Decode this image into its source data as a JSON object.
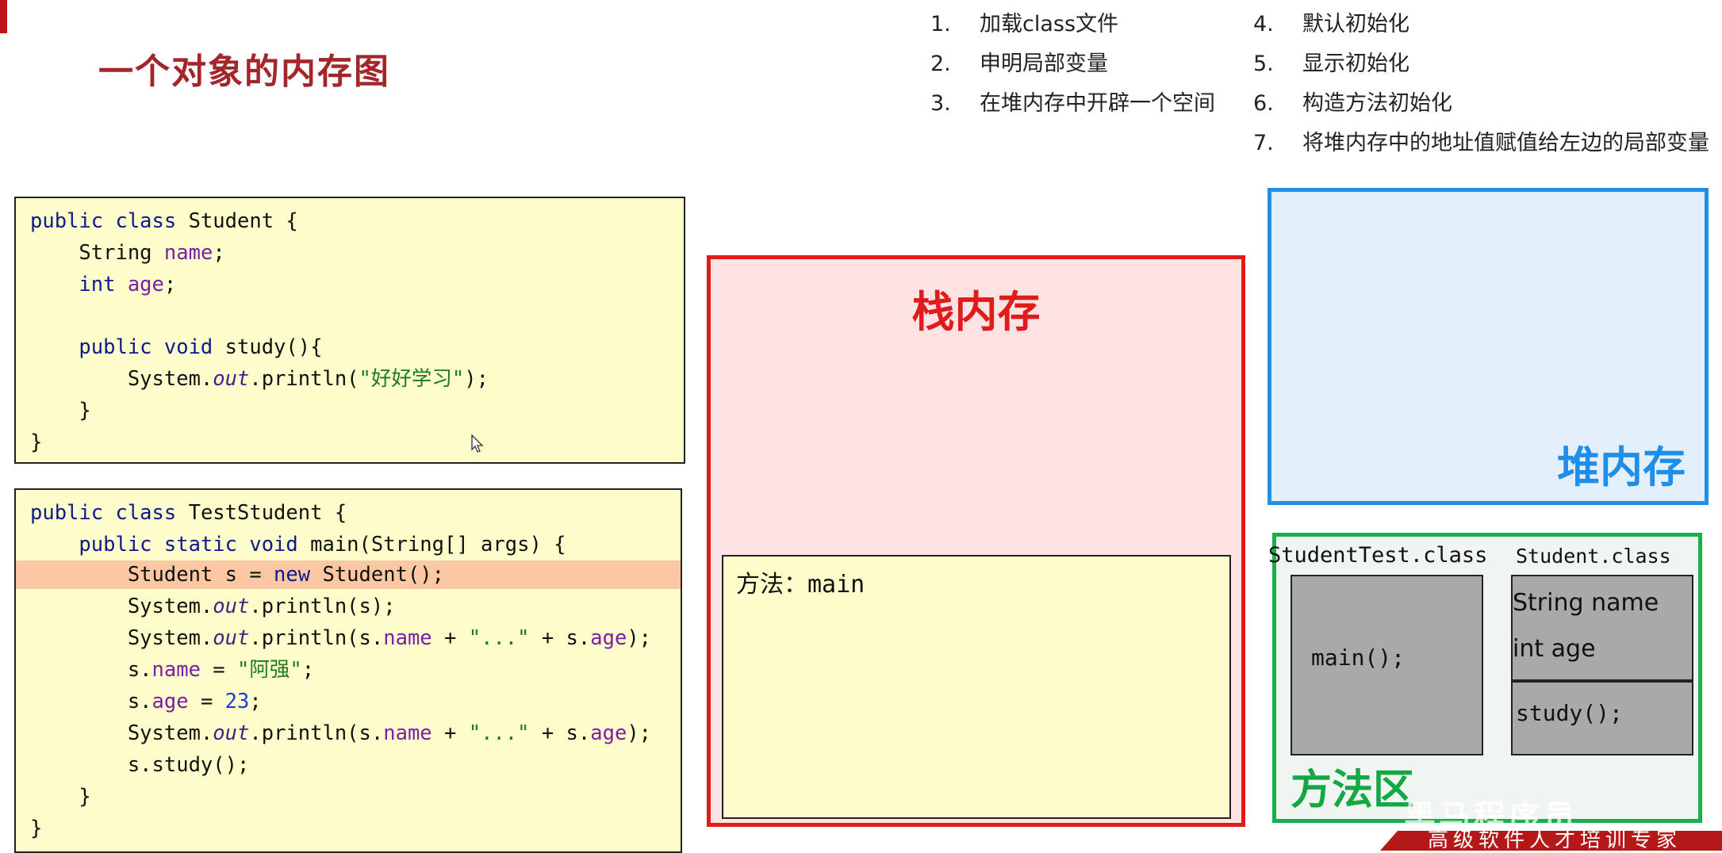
{
  "page_title": "一个对象的内存图",
  "steps": [
    {
      "num": "1.",
      "text": "加载class文件"
    },
    {
      "num": "2.",
      "text": "申明局部变量"
    },
    {
      "num": "3.",
      "text": "在堆内存中开辟一个空间"
    },
    {
      "num": "4.",
      "text": "默认初始化"
    },
    {
      "num": "5.",
      "text": "显示初始化"
    },
    {
      "num": "6.",
      "text": "构造方法初始化"
    },
    {
      "num": "7.",
      "text": "将堆内存中的地址值赋值给左边的局部变量"
    }
  ],
  "student_class": {
    "l1_kw": "public class",
    "l1_rest": " Student {",
    "l2_type": "    String ",
    "l2_field": "name",
    "l2_end": ";",
    "l3_type": "    int",
    "l3_sp": " ",
    "l3_field": "age",
    "l3_end": ";",
    "l5_kw": "    public void",
    "l5_rest": " study(){",
    "l6_a": "        System.",
    "l6_out": "out",
    "l6_b": ".println(",
    "l6_str": "\"好好学习\"",
    "l6_c": ");",
    "l7": "    }",
    "l8": "}"
  },
  "test_class": {
    "l1_kw": "public class",
    "l1_rest": " TestStudent {",
    "l2_kw": "    public static void",
    "l2_rest": " main(String[] args) {",
    "l3_a": "        Student s = ",
    "l3_kw": "new",
    "l3_b": " Student();",
    "l4_a": "        System.",
    "l4_out": "out",
    "l4_b": ".println(s);",
    "l5_a": "        System.",
    "l5_out": "out",
    "l5_b": ".println(s.",
    "l5_f1": "name",
    "l5_c": " + ",
    "l5_str": "\"...\"",
    "l5_d": " + s.",
    "l5_f2": "age",
    "l5_e": ");",
    "l6_a": "        s.",
    "l6_f": "name",
    "l6_b": " = ",
    "l6_str": "\"阿强\"",
    "l6_c": ";",
    "l7_a": "        s.",
    "l7_f": "age",
    "l7_b": " = ",
    "l7_num": "23",
    "l7_c": ";",
    "l8_a": "        System.",
    "l8_out": "out",
    "l8_b": ".println(s.",
    "l8_f1": "name",
    "l8_c": " + ",
    "l8_str": "\"...\"",
    "l8_d": " + s.",
    "l8_f2": "age",
    "l8_e": ");",
    "l9": "        s.study();",
    "l10": "    }",
    "l11": "}"
  },
  "stack": {
    "title": "栈内存",
    "frame_label": "方法：main"
  },
  "heap": {
    "title": "堆内存"
  },
  "method_area": {
    "title": "方法区",
    "test_class_label": "StudentTest.class",
    "test_class_method": "main();",
    "student_class_label": "Student.class",
    "student_field1": "String name",
    "student_field2": "int age",
    "student_method": "study();"
  },
  "watermark": "黑马程序员",
  "banner_text": "高级软件人才培训专家",
  "colors": {
    "title": "#a3262a",
    "stack": "#e01b1b",
    "heap": "#1f8ee8",
    "method_area": "#12a843",
    "code_bg": "#fdfdcb",
    "highlight": "#fbc8a3"
  }
}
